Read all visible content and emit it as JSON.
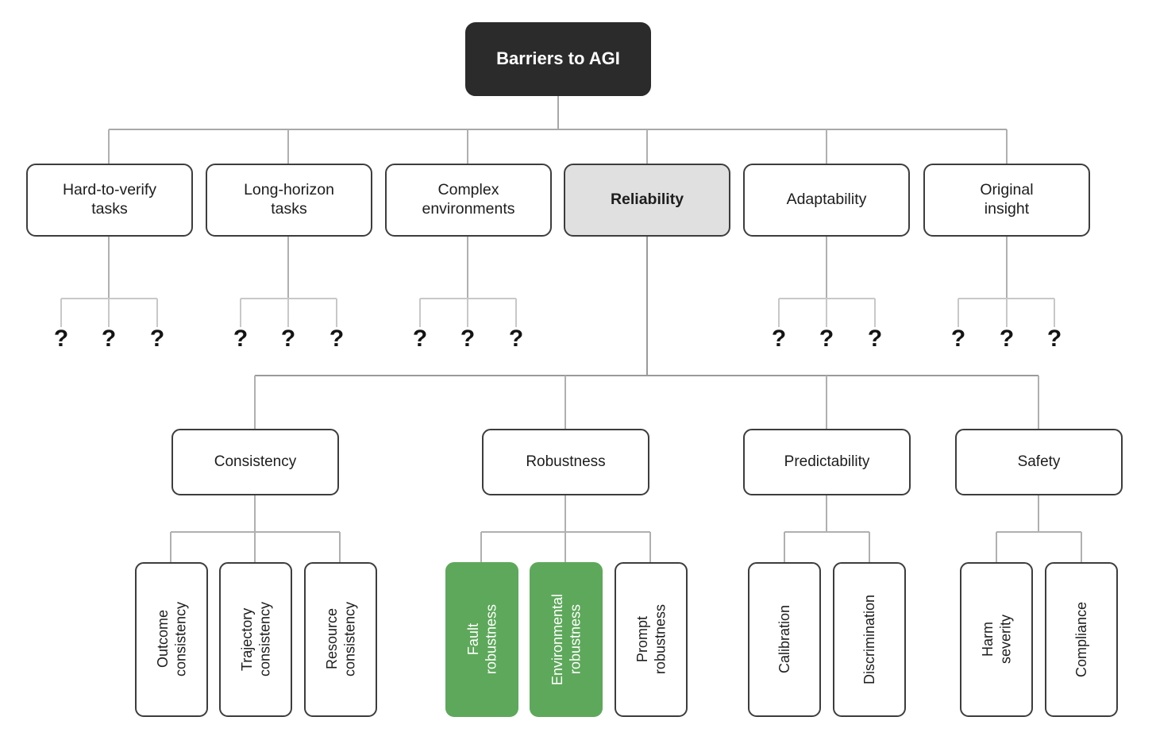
{
  "diagram": {
    "title": "Barriers to AGI",
    "type": "tree-taxonomy",
    "colors": {
      "root_bg": "#2b2b2b",
      "root_text": "#ffffff",
      "node_border": "#3d3d3d",
      "node_bg": "#ffffff",
      "highlight_bg": "#e0e0e0",
      "green_bg": "#5ea85b",
      "green_text": "#ffffff",
      "edge": "#b4b4b4",
      "edge_strong": "#8f8f8f"
    },
    "root": {
      "label": "Barriers to AGI"
    },
    "level2": [
      {
        "id": "hard-to-verify-tasks",
        "label": "Hard-to-verify\ntasks",
        "line1": "Hard-to-verify",
        "line2": "tasks",
        "highlight": false,
        "children_placeholder": [
          "?",
          "?",
          "?"
        ]
      },
      {
        "id": "long-horizon-tasks",
        "label": "Long-horizon\ntasks",
        "line1": "Long-horizon",
        "line2": "tasks",
        "highlight": false,
        "children_placeholder": [
          "?",
          "?",
          "?"
        ]
      },
      {
        "id": "complex-environments",
        "label": "Complex\nenvironments",
        "line1": "Complex",
        "line2": "environments",
        "highlight": false,
        "children_placeholder": [
          "?",
          "?",
          "?"
        ]
      },
      {
        "id": "reliability",
        "label": "Reliability",
        "line1": "Reliability",
        "line2": "",
        "highlight": true,
        "children_placeholder": []
      },
      {
        "id": "adaptability",
        "label": "Adaptability",
        "line1": "Adaptability",
        "line2": "",
        "highlight": false,
        "children_placeholder": [
          "?",
          "?",
          "?"
        ]
      },
      {
        "id": "original-insight",
        "label": "Original\ninsight",
        "line1": "Original",
        "line2": "insight",
        "highlight": false,
        "children_placeholder": [
          "?",
          "?",
          "?"
        ]
      }
    ],
    "level3": [
      {
        "id": "consistency",
        "label": "Consistency"
      },
      {
        "id": "robustness",
        "label": "Robustness"
      },
      {
        "id": "predictability",
        "label": "Predictability"
      },
      {
        "id": "safety",
        "label": "Safety"
      }
    ],
    "leaves": [
      {
        "id": "outcome-consistency",
        "parent": "consistency",
        "label": "Outcome\nconsistency",
        "green": false
      },
      {
        "id": "trajectory-consistency",
        "parent": "consistency",
        "label": "Trajectory\nconsistency",
        "green": false
      },
      {
        "id": "resource-consistency",
        "parent": "consistency",
        "label": "Resource\nconsistency",
        "green": false
      },
      {
        "id": "fault-robustness",
        "parent": "robustness",
        "label": "Fault\nrobustness",
        "green": true
      },
      {
        "id": "environmental-robustness",
        "parent": "robustness",
        "label": "Environmental\nrobustness",
        "green": true
      },
      {
        "id": "prompt-robustness",
        "parent": "robustness",
        "label": "Prompt\nrobustness",
        "green": false
      },
      {
        "id": "calibration",
        "parent": "predictability",
        "label": "Calibration",
        "green": false
      },
      {
        "id": "discrimination",
        "parent": "predictability",
        "label": "Discrimination",
        "green": false
      },
      {
        "id": "harm-severity",
        "parent": "safety",
        "label": "Harm\nseverity",
        "green": false
      },
      {
        "id": "compliance",
        "parent": "safety",
        "label": "Compliance",
        "green": false
      }
    ],
    "placeholders": {
      "glyph": "?",
      "count_per_group": 3,
      "groups": [
        "hard-to-verify-tasks",
        "long-horizon-tasks",
        "complex-environments",
        "adaptability",
        "original-insight"
      ],
      "total": 15
    }
  }
}
